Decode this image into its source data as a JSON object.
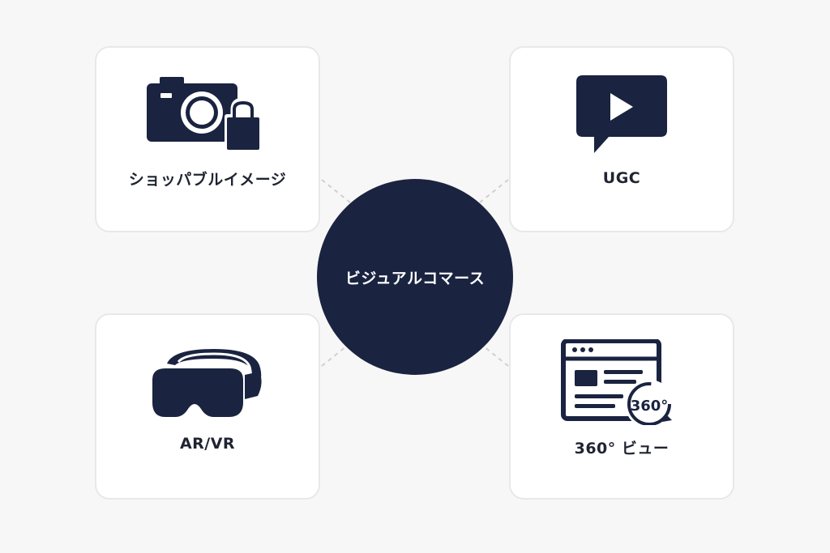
{
  "center": {
    "label": "ビジュアルコマース"
  },
  "cards": {
    "shoppable": {
      "label": "ショッパブルイメージ",
      "icon": "camera-shopping-bag-icon"
    },
    "ugc": {
      "label": "UGC",
      "icon": "video-chat-bubble-icon"
    },
    "arvr": {
      "label": "AR/VR",
      "icon": "vr-headset-icon"
    },
    "view360": {
      "label": "360° ビュー",
      "icon": "browser-360-icon",
      "badge": "360°"
    }
  },
  "colors": {
    "background": "#f7f7f7",
    "card": "#ffffff",
    "card_border": "#e8e8ea",
    "navy": "#1a2340",
    "connector": "#cfcfd4"
  }
}
